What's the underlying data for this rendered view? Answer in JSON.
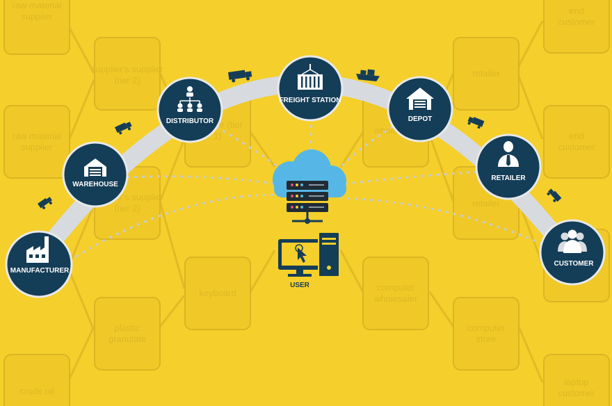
{
  "colors": {
    "background": "#f5cf2b",
    "node_fill": "#143d57",
    "arc": "#d7dbdf",
    "cloud": "#56b7e6",
    "faded_box": "#f0c928"
  },
  "background_boxes": [
    "raw material supplier",
    "supplier's supplier (tier 2)",
    "raw material supplier",
    "supplier (tier 1)",
    "supplier's supplier (tier 2)",
    "wholesaler",
    "retailer",
    "end customer",
    "end customer",
    "retailer",
    "keyboard",
    "plastic granulate",
    "computer wholesaler",
    "computer store",
    "crude oil",
    "laptop customer"
  ],
  "nodes": {
    "manufacturer": {
      "label": "MANUFACTURER",
      "icon": "factory-icon"
    },
    "warehouse": {
      "label": "WAREHOUSE",
      "icon": "warehouse-icon"
    },
    "distributor": {
      "label": "DISTRIBUTOR",
      "icon": "org-chart-icon"
    },
    "freight_station": {
      "label": "FREIGHT STATION",
      "icon": "container-crane-icon"
    },
    "depot": {
      "label": "DEPOT",
      "icon": "depot-garage-icon"
    },
    "retailer": {
      "label": "RETAILER",
      "icon": "businessman-icon"
    },
    "customer": {
      "label": "CUSTOMER",
      "icon": "people-group-icon"
    }
  },
  "center": {
    "cloud_icon": "cloud-server-icon",
    "computer_icon": "desktop-computer-icon",
    "user_label": "USER"
  },
  "transport_icons": [
    "truck-icon",
    "truck-icon",
    "truck-icon",
    "cargo-ship-icon",
    "truck-icon",
    "truck-icon"
  ]
}
